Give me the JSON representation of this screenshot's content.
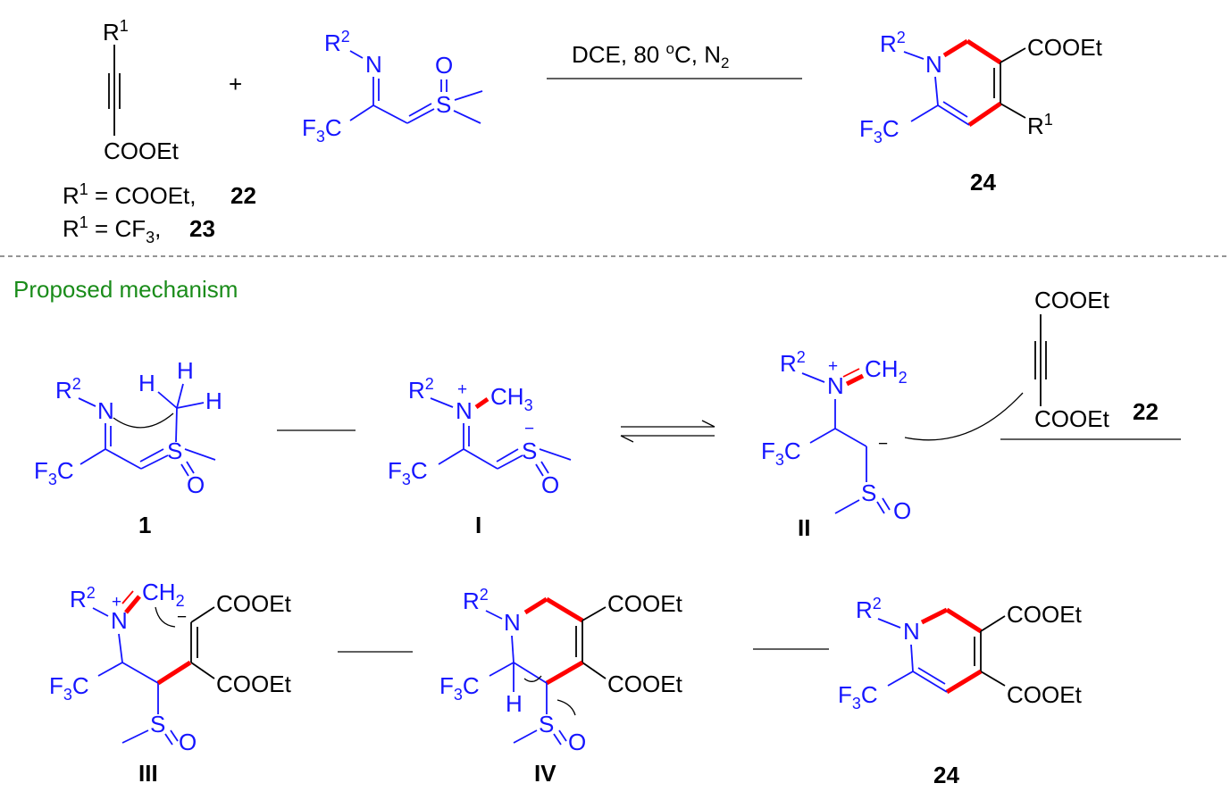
{
  "top": {
    "alkyne": {
      "r1": "R1",
      "ester": "COOEt"
    },
    "r_defs": [
      {
        "text": "R1 = COOEt, ",
        "num": "22"
      },
      {
        "text": "R1 = CF3, ",
        "num": "23"
      }
    ],
    "plus": "+",
    "reagent": {
      "r2": "R2",
      "n": "N",
      "f3c": "F3C",
      "s": "S",
      "o": "O"
    },
    "conditions": {
      "part1": "DCE, 80 ",
      "degree": "o",
      "part2": "C, N",
      "sub": "2"
    },
    "product": {
      "r2": "R2",
      "n": "N",
      "ester": "COOEt",
      "r1": "R1",
      "f3c": "F3C",
      "label": "24"
    }
  },
  "mechanism": {
    "title": "Proposed mechanism",
    "c1": {
      "r2": "R2",
      "n": "N",
      "f3c": "F3C",
      "s": "S",
      "o": "O",
      "h1": "H",
      "h2": "H",
      "h3": "H",
      "label": "1"
    },
    "cI": {
      "r2": "R2",
      "n": "N",
      "plus": "+",
      "ch3": "CH3",
      "f3c": "F3C",
      "s": "S",
      "minus": "−",
      "o": "O",
      "label": "I"
    },
    "cII": {
      "r2": "R2",
      "n": "N",
      "plus": "+",
      "ch2": "CH2",
      "f3c": "F3C",
      "minus": "−",
      "s": "S",
      "o": "O",
      "label": "II"
    },
    "alkyne22": {
      "ester_top": "COOEt",
      "ester_bottom": "COOEt",
      "label": "22"
    },
    "cIII": {
      "r2": "R2",
      "n": "N",
      "plus": "+",
      "ch2": "CH2",
      "f3c": "F3C",
      "s": "S",
      "o": "O",
      "minus": "−",
      "ester_top": "COOEt",
      "ester_bottom": "COOEt",
      "label": "III"
    },
    "cIV": {
      "r2": "R2",
      "n": "N",
      "f3c": "F3C",
      "h": "H",
      "s": "S",
      "o": "O",
      "ester_top": "COOEt",
      "ester_bottom": "COOEt",
      "label": "IV"
    },
    "c24": {
      "r2": "R2",
      "n": "N",
      "f3c": "F3C",
      "ester_top": "COOEt",
      "ester_bottom": "COOEt",
      "label": "24"
    }
  },
  "colors": {
    "atom_blue": "#1515ff",
    "new_bond_red": "#ff0000",
    "title_green": "#1a8c1a"
  }
}
